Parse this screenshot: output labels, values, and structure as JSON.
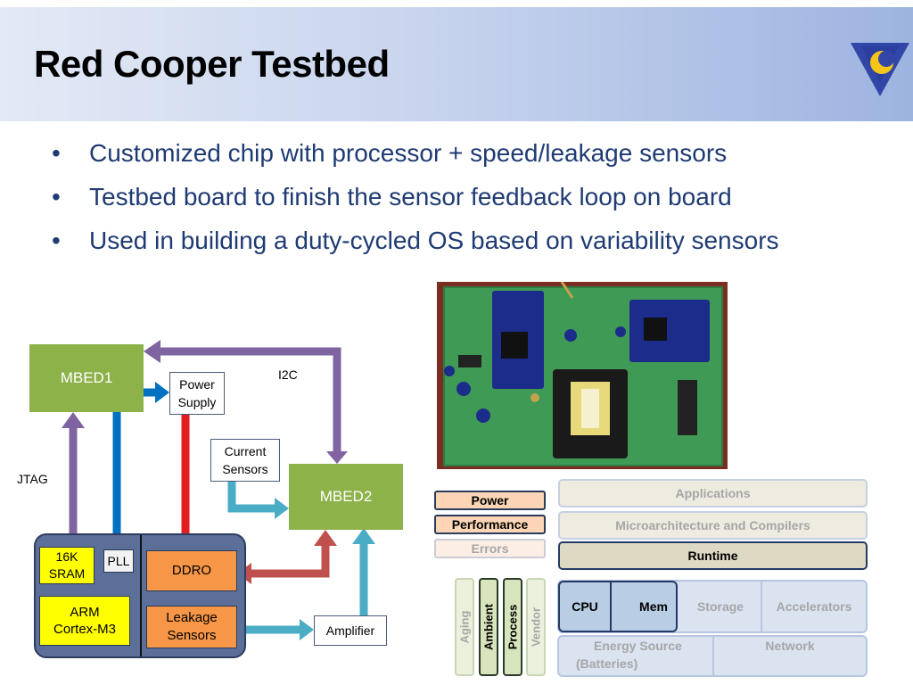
{
  "slide": {
    "title": "Red Cooper Testbed"
  },
  "bullets": [
    "Customized chip with processor + speed/leakage sensors",
    "Testbed board to finish the sensor feedback loop on board",
    "Used in building a duty-cycled OS based on variability sensors"
  ],
  "block_diagram": {
    "mbed1": "MBED1",
    "mbed2": "MBED2",
    "power_supply": [
      "Power",
      "Supply"
    ],
    "current_sensors": [
      "Current",
      "Sensors"
    ],
    "i2c_label": "I2C",
    "jtag_label": "JTAG",
    "sram": [
      "16K",
      "SRAM"
    ],
    "pll": "PLL",
    "ddro": "DDRO",
    "arm": [
      "ARM",
      "Cortex-M3"
    ],
    "leakage_sensors": [
      "Leakage",
      "Sensors"
    ],
    "amplifier": "Amplifier"
  },
  "stack": {
    "legend": [
      "Power",
      "Performance",
      "Errors"
    ],
    "variability": [
      "Aging",
      "Ambient",
      "Process",
      "Vendor"
    ],
    "layers": {
      "applications": "Applications",
      "microarch": "Microarchitecture and Compilers",
      "runtime": "Runtime",
      "cpu": "CPU",
      "mem": "Mem",
      "storage": "Storage",
      "accelerators": "Accelerators",
      "energy": [
        "Energy Source",
        "(Batteries)"
      ],
      "network": "Network"
    }
  },
  "colors": {
    "title_text": "#000000",
    "bullet_text": "#1f3b73",
    "mbed_green": "#8db24a",
    "chip_blue": "#5b6f99",
    "arrow_purple": "#8064a2",
    "arrow_blue": "#0070c0",
    "arrow_red": "#e31e1e",
    "arrow_teal": "#4bacc6",
    "arrow_darkred": "#c0504d"
  }
}
